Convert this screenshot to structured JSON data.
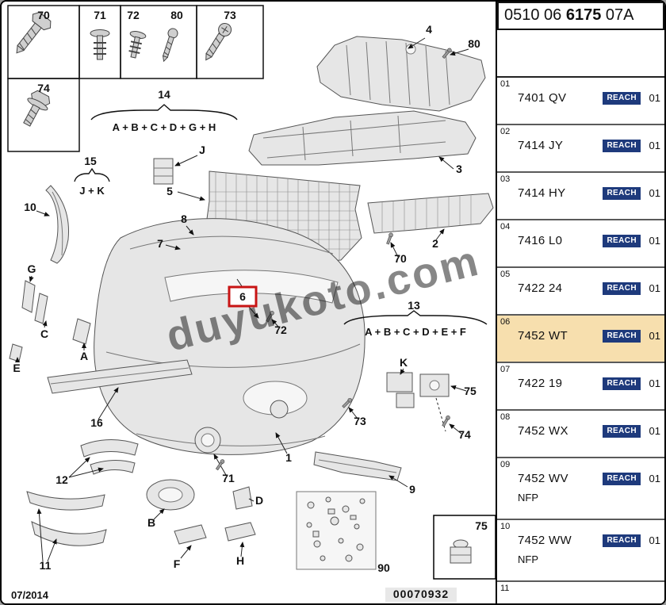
{
  "header": {
    "code_prefix": "0510 06 ",
    "code_main": "6175",
    "code_suffix": " 07A"
  },
  "parts_list": {
    "reach_label": "REACH",
    "rows": [
      {
        "index": "01",
        "code": "7401 QV",
        "qty": "01",
        "note": "",
        "highlighted": false
      },
      {
        "index": "02",
        "code": "7414 JY",
        "qty": "01",
        "note": "",
        "highlighted": false
      },
      {
        "index": "03",
        "code": "7414 HY",
        "qty": "01",
        "note": "",
        "highlighted": false
      },
      {
        "index": "04",
        "code": "7416 L0",
        "qty": "01",
        "note": "",
        "highlighted": false
      },
      {
        "index": "05",
        "code": "7422 24",
        "qty": "01",
        "note": "",
        "highlighted": false
      },
      {
        "index": "06",
        "code": "7452 WT",
        "qty": "01",
        "note": "",
        "highlighted": true
      },
      {
        "index": "07",
        "code": "7422 19",
        "qty": "01",
        "note": "",
        "highlighted": false
      },
      {
        "index": "08",
        "code": "7452 WX",
        "qty": "01",
        "note": "",
        "highlighted": false
      },
      {
        "index": "09",
        "code": "7452 WV",
        "qty": "01",
        "note": "NFP",
        "highlighted": false
      },
      {
        "index": "10",
        "code": "7452 WW",
        "qty": "01",
        "note": "NFP",
        "highlighted": false
      },
      {
        "index": "11",
        "code": "",
        "qty": "",
        "note": "",
        "highlighted": false
      }
    ]
  },
  "diagram": {
    "watermark": "duyukoto.com",
    "date": "07/2014",
    "doc_number": "00070932",
    "fasteners": {
      "f70": "70",
      "f71": "71",
      "f72": "72",
      "f80": "80",
      "f73": "73",
      "f74": "74"
    },
    "groups": {
      "g14": {
        "num": "14",
        "formula": "A + B + C + D + G + H"
      },
      "g15": {
        "num": "15",
        "formula": "J + K"
      },
      "g13": {
        "num": "13",
        "formula": "A + B + C + D + E + F"
      }
    },
    "callouts": [
      "4",
      "80",
      "3",
      "5",
      "J",
      "10",
      "8",
      "7",
      "2",
      "70",
      "6",
      "72",
      "G",
      "C",
      "A",
      "E",
      "K",
      "75",
      "74",
      "16",
      "73",
      "1",
      "12",
      "71",
      "9",
      "B",
      "D",
      "11",
      "F",
      "H",
      "90",
      "75"
    ]
  },
  "colors": {
    "reach_badge_bg": "#1e3a7c",
    "highlight_row": "#f7dfae",
    "callout_highlight_red": "#c81414"
  }
}
